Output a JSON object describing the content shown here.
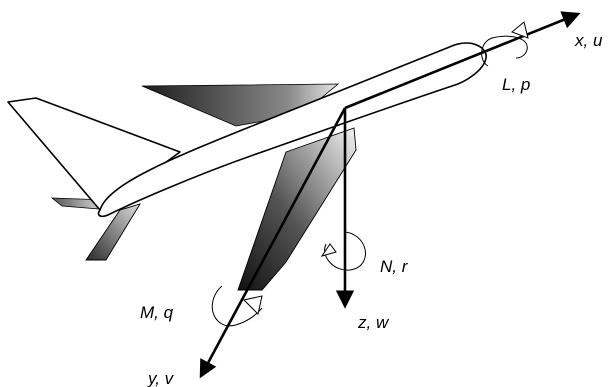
{
  "labels": {
    "x_axis": "x, u",
    "y_axis": "y, v",
    "z_axis": "z, w",
    "roll": "L, p",
    "pitch": "M, q",
    "yaw": "N, r"
  },
  "colors": {
    "outline": "#000000",
    "fill": "#ffffff",
    "wing_dark": "#222222",
    "wing_light": "#ffffff"
  }
}
